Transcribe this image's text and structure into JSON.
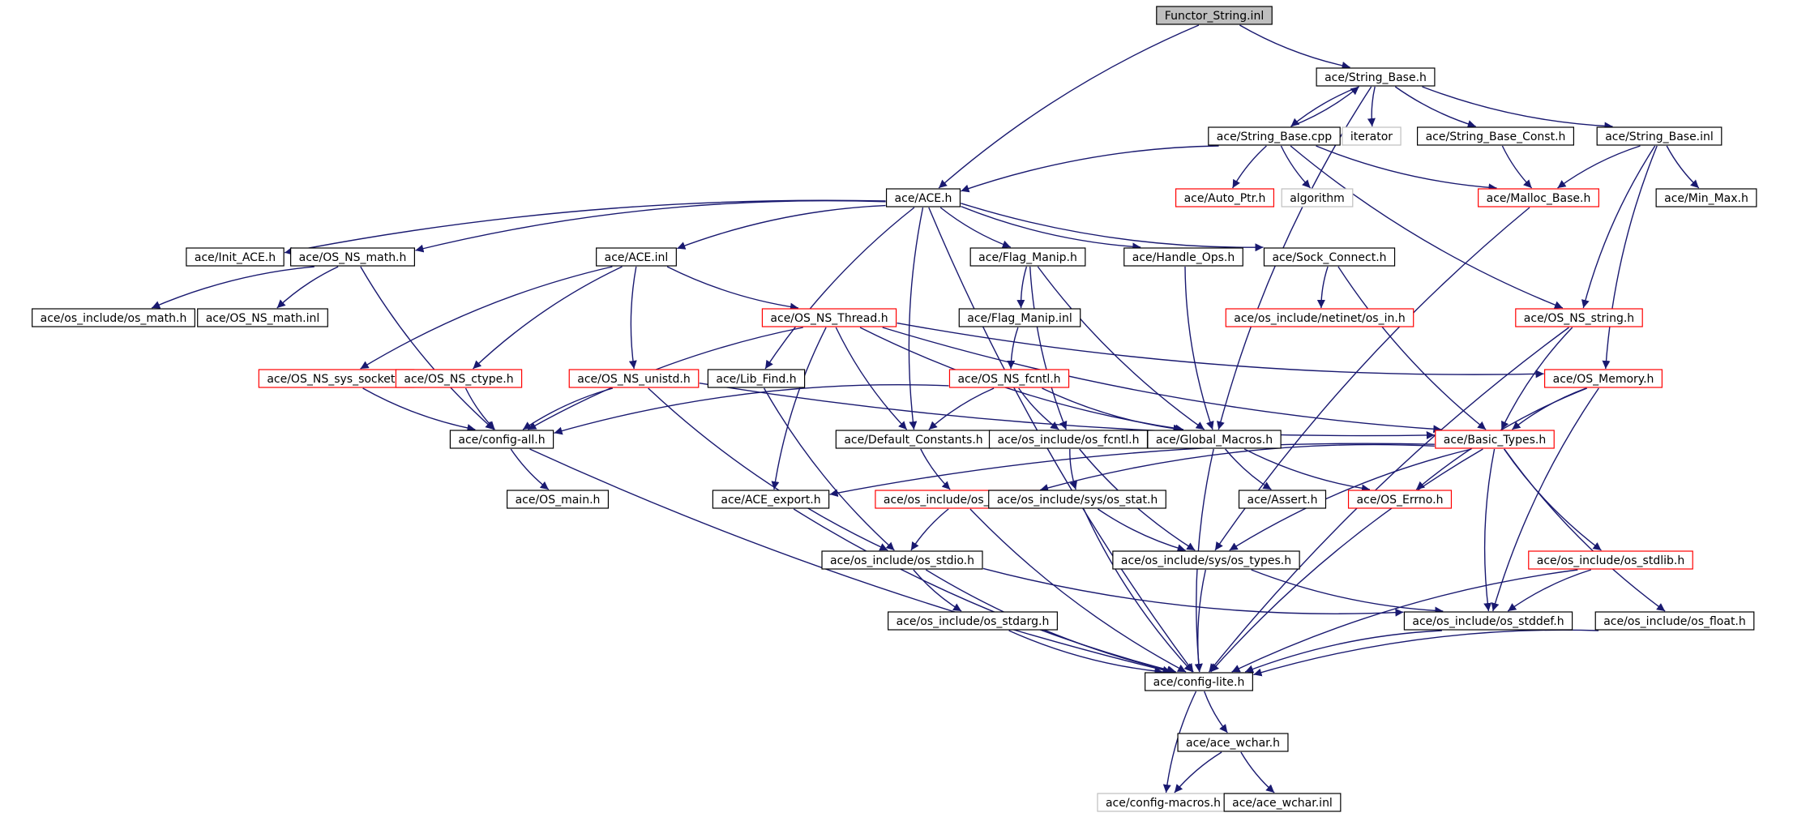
{
  "colors": {
    "edge": "#191970",
    "node_border_normal": "#000000",
    "node_border_truncated": "#ff0000",
    "node_border_external": "#bfbfbf",
    "root_fill": "#bfbfbf",
    "node_fill": "#ffffff"
  },
  "nodes": [
    {
      "id": "functor",
      "label": "Functor_String.inl",
      "kind": "root"
    },
    {
      "id": "string_base_h",
      "label": "ace/String_Base.h",
      "kind": "normal"
    },
    {
      "id": "string_base_cpp",
      "label": "ace/String_Base.cpp",
      "kind": "normal"
    },
    {
      "id": "iterator",
      "label": "iterator",
      "kind": "external"
    },
    {
      "id": "string_base_const",
      "label": "ace/String_Base_Const.h",
      "kind": "normal"
    },
    {
      "id": "string_base_inl",
      "label": "ace/String_Base.inl",
      "kind": "normal"
    },
    {
      "id": "ace_h",
      "label": "ace/ACE.h",
      "kind": "normal"
    },
    {
      "id": "auto_ptr",
      "label": "ace/Auto_Ptr.h",
      "kind": "truncated"
    },
    {
      "id": "algorithm",
      "label": "algorithm",
      "kind": "external"
    },
    {
      "id": "malloc_base",
      "label": "ace/Malloc_Base.h",
      "kind": "truncated"
    },
    {
      "id": "min_max",
      "label": "ace/Min_Max.h",
      "kind": "normal"
    },
    {
      "id": "init_ace",
      "label": "ace/Init_ACE.h",
      "kind": "normal"
    },
    {
      "id": "os_ns_math",
      "label": "ace/OS_NS_math.h",
      "kind": "normal"
    },
    {
      "id": "ace_inl",
      "label": "ace/ACE.inl",
      "kind": "normal"
    },
    {
      "id": "flag_manip",
      "label": "ace/Flag_Manip.h",
      "kind": "normal"
    },
    {
      "id": "handle_ops",
      "label": "ace/Handle_Ops.h",
      "kind": "normal"
    },
    {
      "id": "sock_connect",
      "label": "ace/Sock_Connect.h",
      "kind": "normal"
    },
    {
      "id": "os_math",
      "label": "ace/os_include/os_math.h",
      "kind": "normal"
    },
    {
      "id": "os_ns_math_inl",
      "label": "ace/OS_NS_math.inl",
      "kind": "normal"
    },
    {
      "id": "os_ns_thread",
      "label": "ace/OS_NS_Thread.h",
      "kind": "truncated"
    },
    {
      "id": "flag_manip_inl",
      "label": "ace/Flag_Manip.inl",
      "kind": "normal"
    },
    {
      "id": "os_in",
      "label": "ace/os_include/netinet/os_in.h",
      "kind": "truncated"
    },
    {
      "id": "os_ns_string",
      "label": "ace/OS_NS_string.h",
      "kind": "truncated"
    },
    {
      "id": "os_ns_sys_socket",
      "label": "ace/OS_NS_sys_socket.h",
      "kind": "truncated"
    },
    {
      "id": "os_ns_ctype",
      "label": "ace/OS_NS_ctype.h",
      "kind": "truncated"
    },
    {
      "id": "os_ns_unistd",
      "label": "ace/OS_NS_unistd.h",
      "kind": "truncated"
    },
    {
      "id": "lib_find",
      "label": "ace/Lib_Find.h",
      "kind": "normal"
    },
    {
      "id": "os_ns_fcntl",
      "label": "ace/OS_NS_fcntl.h",
      "kind": "truncated"
    },
    {
      "id": "os_memory",
      "label": "ace/OS_Memory.h",
      "kind": "truncated"
    },
    {
      "id": "config_all",
      "label": "ace/config-all.h",
      "kind": "normal"
    },
    {
      "id": "default_constants",
      "label": "ace/Default_Constants.h",
      "kind": "normal"
    },
    {
      "id": "os_fcntl",
      "label": "ace/os_include/os_fcntl.h",
      "kind": "normal"
    },
    {
      "id": "global_macros",
      "label": "ace/Global_Macros.h",
      "kind": "normal"
    },
    {
      "id": "basic_types",
      "label": "ace/Basic_Types.h",
      "kind": "truncated"
    },
    {
      "id": "os_main",
      "label": "ace/OS_main.h",
      "kind": "normal"
    },
    {
      "id": "ace_export",
      "label": "ace/ACE_export.h",
      "kind": "normal"
    },
    {
      "id": "os_limits",
      "label": "ace/os_include/os_limits.h",
      "kind": "truncated"
    },
    {
      "id": "os_stat",
      "label": "ace/os_include/sys/os_stat.h",
      "kind": "normal"
    },
    {
      "id": "assert_h",
      "label": "ace/Assert.h",
      "kind": "normal"
    },
    {
      "id": "os_errno",
      "label": "ace/OS_Errno.h",
      "kind": "truncated"
    },
    {
      "id": "os_stdio",
      "label": "ace/os_include/os_stdio.h",
      "kind": "normal"
    },
    {
      "id": "os_types",
      "label": "ace/os_include/sys/os_types.h",
      "kind": "normal"
    },
    {
      "id": "os_stdlib",
      "label": "ace/os_include/os_stdlib.h",
      "kind": "truncated"
    },
    {
      "id": "os_stdarg",
      "label": "ace/os_include/os_stdarg.h",
      "kind": "normal"
    },
    {
      "id": "os_stddef",
      "label": "ace/os_include/os_stddef.h",
      "kind": "normal"
    },
    {
      "id": "os_float",
      "label": "ace/os_include/os_float.h",
      "kind": "normal"
    },
    {
      "id": "config_lite",
      "label": "ace/config-lite.h",
      "kind": "normal"
    },
    {
      "id": "ace_wchar",
      "label": "ace/ace_wchar.h",
      "kind": "normal"
    },
    {
      "id": "config_macros",
      "label": "ace/config-macros.h",
      "kind": "external"
    },
    {
      "id": "ace_wchar_inl",
      "label": "ace/ace_wchar.inl",
      "kind": "normal"
    }
  ],
  "edges": [
    [
      "functor",
      "string_base_h"
    ],
    [
      "functor",
      "ace_h"
    ],
    [
      "string_base_h",
      "string_base_cpp"
    ],
    [
      "string_base_h",
      "iterator"
    ],
    [
      "string_base_h",
      "string_base_const"
    ],
    [
      "string_base_h",
      "string_base_inl"
    ],
    [
      "string_base_h",
      "global_macros"
    ],
    [
      "string_base_cpp",
      "string_base_h"
    ],
    [
      "string_base_cpp",
      "ace_h"
    ],
    [
      "string_base_cpp",
      "auto_ptr"
    ],
    [
      "string_base_cpp",
      "algorithm"
    ],
    [
      "string_base_cpp",
      "malloc_base"
    ],
    [
      "string_base_cpp",
      "os_ns_string"
    ],
    [
      "string_base_const",
      "malloc_base"
    ],
    [
      "string_base_inl",
      "malloc_base"
    ],
    [
      "string_base_inl",
      "min_max"
    ],
    [
      "string_base_inl",
      "os_ns_string"
    ],
    [
      "string_base_inl",
      "os_memory"
    ],
    [
      "malloc_base",
      "os_types"
    ],
    [
      "ace_h",
      "init_ace"
    ],
    [
      "ace_h",
      "os_ns_math"
    ],
    [
      "ace_h",
      "ace_inl"
    ],
    [
      "ace_h",
      "flag_manip"
    ],
    [
      "ace_h",
      "handle_ops"
    ],
    [
      "ace_h",
      "sock_connect"
    ],
    [
      "ace_h",
      "lib_find"
    ],
    [
      "ace_h",
      "default_constants"
    ],
    [
      "ace_h",
      "config_lite"
    ],
    [
      "os_ns_math",
      "os_math"
    ],
    [
      "os_ns_math",
      "os_ns_math_inl"
    ],
    [
      "os_ns_math",
      "config_all"
    ],
    [
      "ace_inl",
      "os_ns_thread"
    ],
    [
      "ace_inl",
      "os_ns_sys_socket"
    ],
    [
      "ace_inl",
      "os_ns_ctype"
    ],
    [
      "ace_inl",
      "os_ns_unistd"
    ],
    [
      "flag_manip",
      "flag_manip_inl"
    ],
    [
      "flag_manip",
      "global_macros"
    ],
    [
      "flag_manip",
      "os_fcntl"
    ],
    [
      "flag_manip_inl",
      "os_ns_fcntl"
    ],
    [
      "handle_ops",
      "global_macros"
    ],
    [
      "sock_connect",
      "os_in"
    ],
    [
      "sock_connect",
      "basic_types"
    ],
    [
      "os_ns_thread",
      "config_all"
    ],
    [
      "os_ns_thread",
      "global_macros"
    ],
    [
      "os_ns_thread",
      "basic_types"
    ],
    [
      "os_ns_thread",
      "os_memory"
    ],
    [
      "os_ns_thread",
      "ace_export"
    ],
    [
      "os_ns_thread",
      "default_constants"
    ],
    [
      "os_ns_string",
      "basic_types"
    ],
    [
      "os_ns_string",
      "config_lite"
    ],
    [
      "os_ns_sys_socket",
      "config_all"
    ],
    [
      "os_ns_ctype",
      "config_all"
    ],
    [
      "os_ns_unistd",
      "config_all"
    ],
    [
      "os_ns_unistd",
      "basic_types"
    ],
    [
      "os_ns_unistd",
      "os_stdio"
    ],
    [
      "lib_find",
      "os_stdio"
    ],
    [
      "os_ns_fcntl",
      "config_all"
    ],
    [
      "os_ns_fcntl",
      "default_constants"
    ],
    [
      "os_ns_fcntl",
      "os_fcntl"
    ],
    [
      "os_ns_fcntl",
      "global_macros"
    ],
    [
      "os_memory",
      "basic_types"
    ],
    [
      "os_memory",
      "os_errno"
    ],
    [
      "os_memory",
      "os_stddef"
    ],
    [
      "config_all",
      "os_main"
    ],
    [
      "config_all",
      "config_lite"
    ],
    [
      "default_constants",
      "os_limits"
    ],
    [
      "os_fcntl",
      "os_stat"
    ],
    [
      "os_fcntl",
      "os_types"
    ],
    [
      "global_macros",
      "assert_h"
    ],
    [
      "global_macros",
      "os_errno"
    ],
    [
      "global_macros",
      "config_lite"
    ],
    [
      "basic_types",
      "ace_export"
    ],
    [
      "basic_types",
      "os_limits"
    ],
    [
      "basic_types",
      "os_types"
    ],
    [
      "basic_types",
      "os_stdlib"
    ],
    [
      "basic_types",
      "os_stddef"
    ],
    [
      "basic_types",
      "os_float"
    ],
    [
      "basic_types",
      "config_lite"
    ],
    [
      "ace_export",
      "config_lite"
    ],
    [
      "os_limits",
      "os_stdio"
    ],
    [
      "os_limits",
      "config_lite"
    ],
    [
      "os_stat",
      "os_types"
    ],
    [
      "os_stat",
      "config_lite"
    ],
    [
      "os_stdio",
      "os_stdarg"
    ],
    [
      "os_stdio",
      "os_stddef"
    ],
    [
      "os_stdio",
      "config_lite"
    ],
    [
      "os_types",
      "os_stddef"
    ],
    [
      "os_types",
      "config_lite"
    ],
    [
      "os_stdlib",
      "os_stddef"
    ],
    [
      "os_stdlib",
      "config_lite"
    ],
    [
      "os_stdarg",
      "config_lite"
    ],
    [
      "os_stddef",
      "config_lite"
    ],
    [
      "os_float",
      "config_lite"
    ],
    [
      "config_lite",
      "ace_wchar"
    ],
    [
      "config_lite",
      "config_macros"
    ],
    [
      "ace_wchar",
      "config_macros"
    ],
    [
      "ace_wchar",
      "ace_wchar_inl"
    ]
  ]
}
